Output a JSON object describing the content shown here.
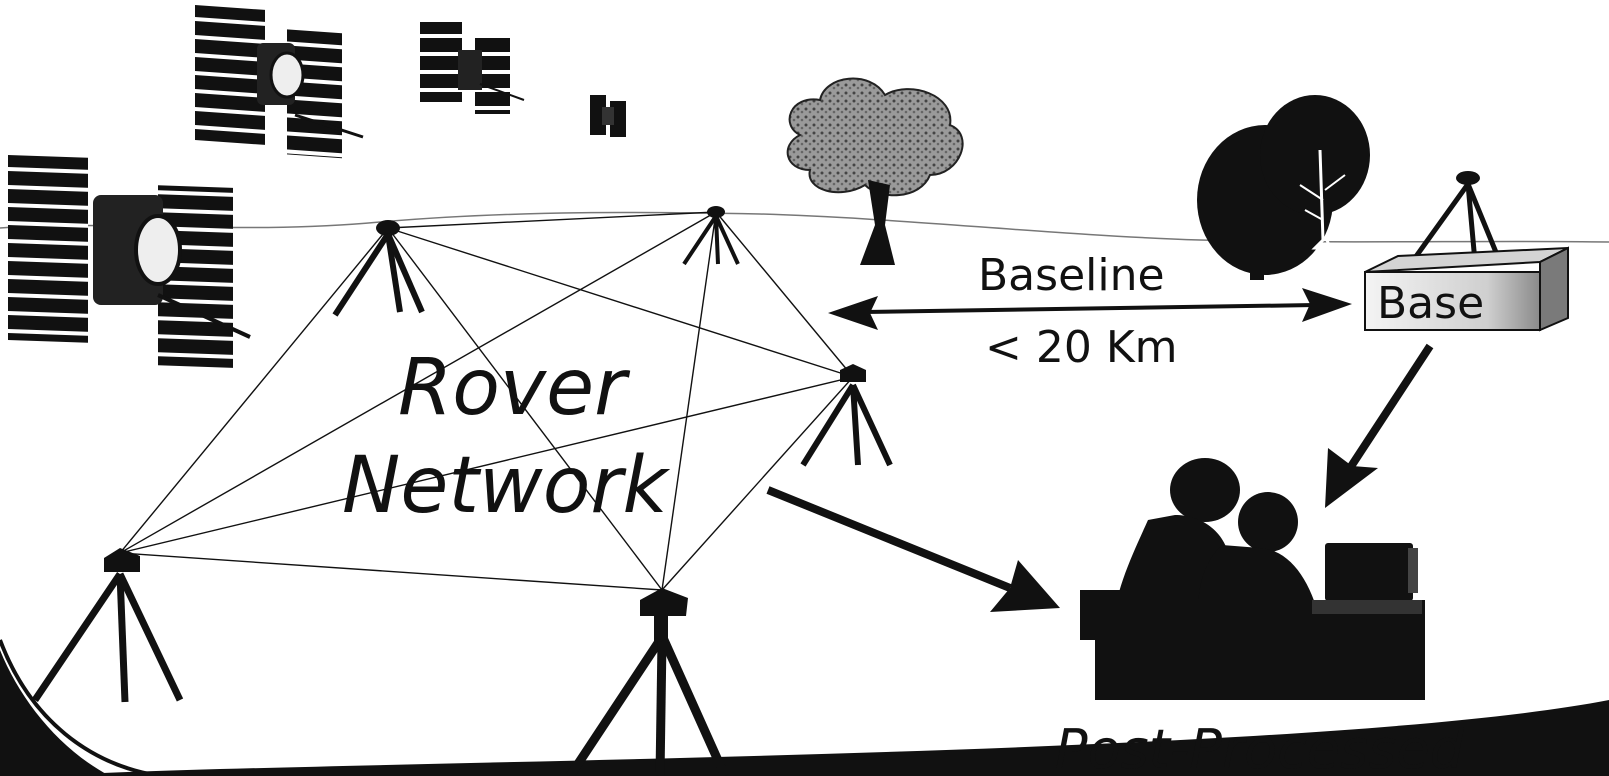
{
  "diagram": {
    "labels": {
      "network_line1": "Rover",
      "network_line2": "Network",
      "baseline": "Baseline",
      "distance": "< 20 Km",
      "base_box": "Base",
      "processing": "Post-Processed"
    },
    "colors": {
      "ink": "#111111",
      "sky_line": "#777777",
      "tree_canopy_grey": "#8a8a8a",
      "base_box_light": "#e6e6e6",
      "base_box_dark": "#7a7a7a"
    },
    "icons": [
      "satellite-icon",
      "tripod-icon",
      "tree-icon",
      "base-station-box",
      "people-at-computer-icon",
      "double-arrow-icon",
      "arrow-icon"
    ]
  }
}
